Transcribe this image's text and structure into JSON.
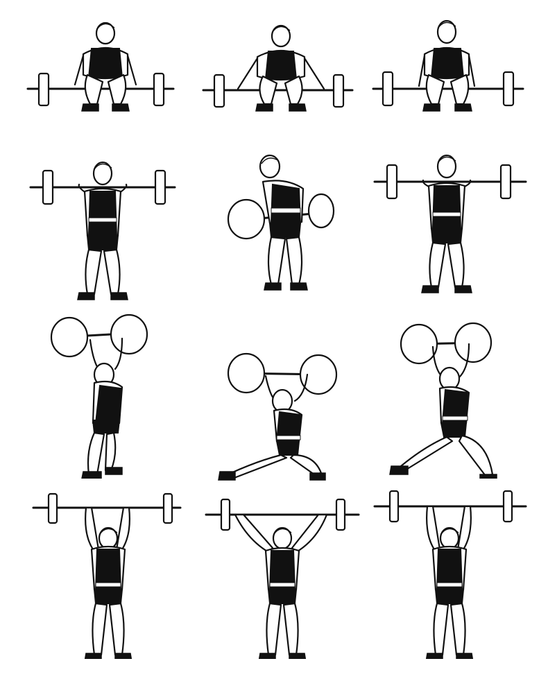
{
  "illustration": {
    "rows": 4,
    "columns": 3,
    "figures": [
      {
        "pose": "start-squat-narrow-grip"
      },
      {
        "pose": "start-squat-wide-grip"
      },
      {
        "pose": "start-squat-mid-grip"
      },
      {
        "pose": "front-rack-standing"
      },
      {
        "pose": "hang-lean-back"
      },
      {
        "pose": "front-rack-standing-alt"
      },
      {
        "pose": "overhead-side-view"
      },
      {
        "pose": "overhead-split-lunge-left"
      },
      {
        "pose": "overhead-split-lunge-right"
      },
      {
        "pose": "overhead-lockout-1"
      },
      {
        "pose": "overhead-lockout-2"
      },
      {
        "pose": "overhead-lockout-3"
      }
    ]
  }
}
